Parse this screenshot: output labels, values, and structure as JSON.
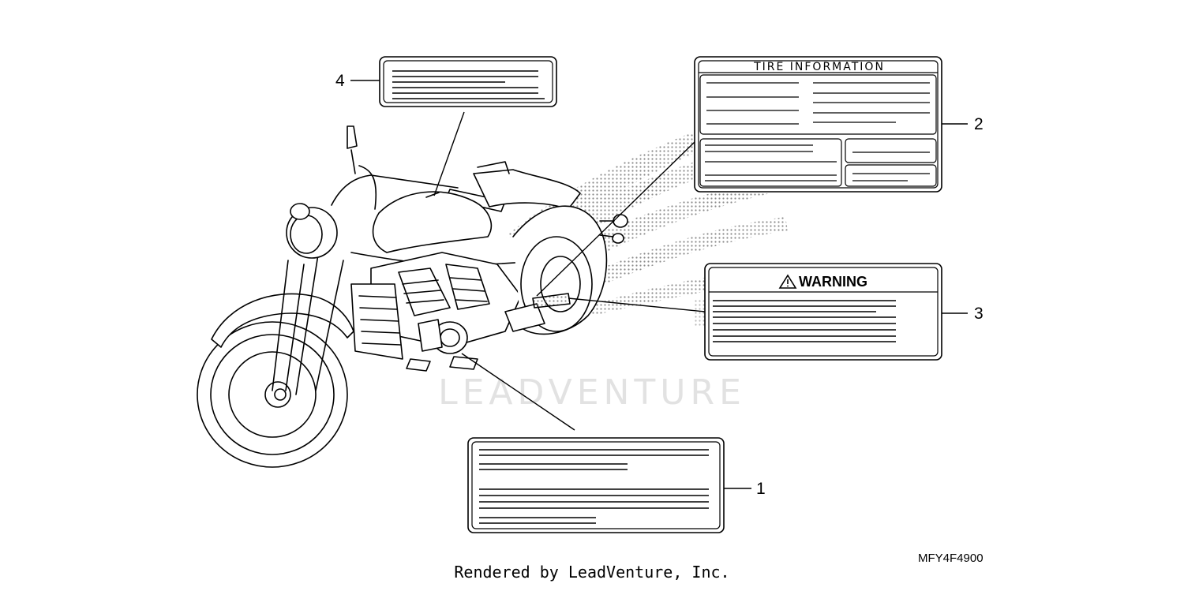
{
  "callouts": {
    "c1": "1",
    "c2": "2",
    "c3": "3",
    "c4": "4"
  },
  "labels": {
    "tire_information_title": "TIRE INFORMATION",
    "warning_title": "WARNING"
  },
  "watermark": {
    "text": "LEADVENTURE"
  },
  "diagram_code": "MFY4F4900",
  "footer": {
    "rendered_by": "Rendered by LeadVenture, Inc."
  },
  "colors": {
    "line": "#000000",
    "watermark": "#e2e2e2",
    "background": "#ffffff"
  }
}
